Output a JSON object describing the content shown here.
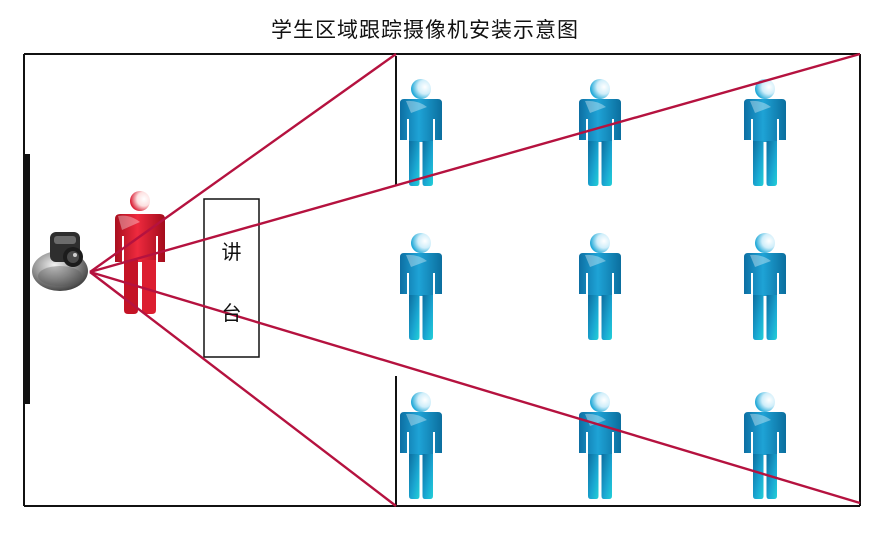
{
  "title": "学生区域跟踪摄像机安装示意图",
  "podium": {
    "char1": "讲",
    "char2": "台"
  },
  "figures": {
    "teacher": {
      "icon": "teacher-figure-icon",
      "color": "#d8172e"
    },
    "student": {
      "icon": "student-figure-icon",
      "color": "#1a8fc4",
      "rows": 3,
      "columns": 3
    },
    "camera": {
      "icon": "ptz-camera-icon"
    }
  },
  "colors": {
    "sight_lines": "#b5123f",
    "room_outline": "#111111"
  }
}
